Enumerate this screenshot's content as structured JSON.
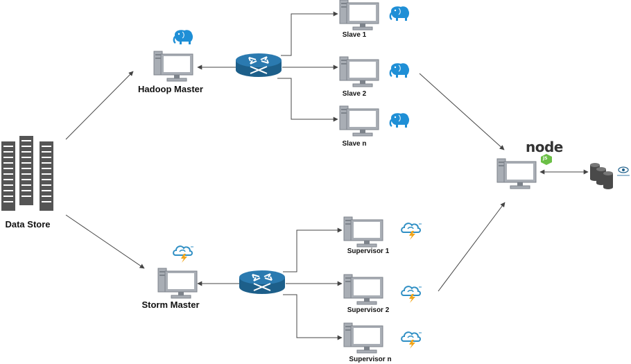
{
  "data_store": {
    "label": "Data Store"
  },
  "hadoop": {
    "master_label": "Hadoop Master",
    "slaves": [
      "Slave 1",
      "Slave 2",
      "Slave n"
    ]
  },
  "storm": {
    "master_label": "Storm Master",
    "supervisors": [
      "Supervisor 1",
      "Supervisor 2",
      "Supervisor n"
    ]
  },
  "server": {
    "logo_text": "node",
    "logo_badge": "JS"
  },
  "colors": {
    "router": "#1d5f8a",
    "monitor_frame": "#a9aeb5",
    "monitor_screen": "#ffffff",
    "hadoop_elephant": "#1f8fd6",
    "storm_cloud": "#2f8fc4",
    "storm_bolt": "#f2a51a",
    "node_green": "#6bbf46",
    "line": "#444444"
  }
}
